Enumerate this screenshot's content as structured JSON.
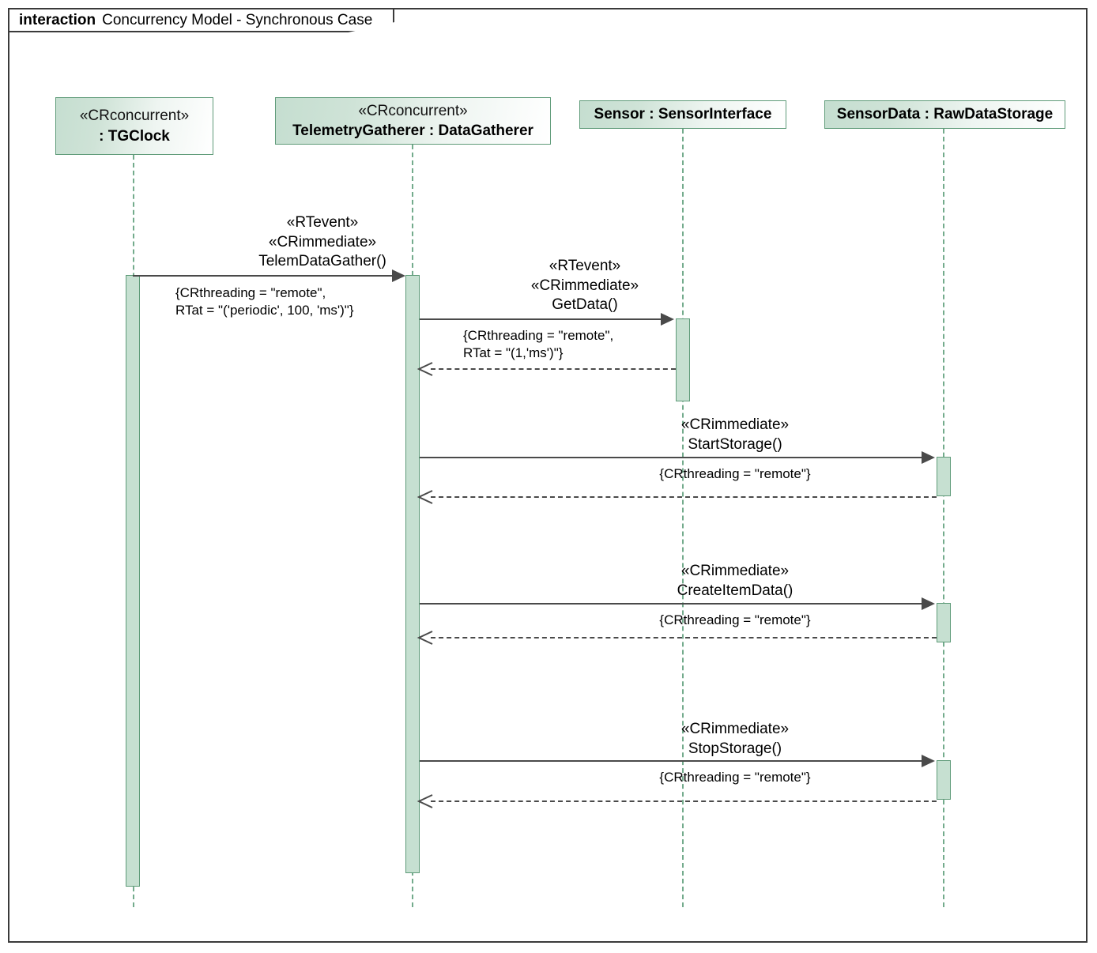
{
  "frame": {
    "keyword": "interaction",
    "title": "Concurrency Model - Synchronous Case"
  },
  "lifelines": [
    {
      "id": "tgclock",
      "stereotype": "«CRconcurrent»",
      "name": ": TGClock"
    },
    {
      "id": "gatherer",
      "stereotype": "«CRconcurrent»",
      "name": "TelemetryGatherer : DataGatherer"
    },
    {
      "id": "sensor",
      "stereotype": "",
      "name": "Sensor : SensorInterface"
    },
    {
      "id": "storage",
      "stereotype": "",
      "name": "SensorData : RawDataStorage"
    }
  ],
  "messages": [
    {
      "id": "telemdatagather",
      "from": "tgclock",
      "to": "gatherer",
      "kind": "call",
      "stereotype1": "«RTevent»",
      "stereotype2": "«CRimmediate»",
      "operation": "TelemDataGather()",
      "constraint_line1": "{CRthreading = \"remote\",",
      "constraint_line2": "RTat = \"('periodic', 100, 'ms')\"}"
    },
    {
      "id": "getdata",
      "from": "gatherer",
      "to": "sensor",
      "kind": "call",
      "stereotype1": "«RTevent»",
      "stereotype2": "«CRimmediate»",
      "operation": "GetData()",
      "constraint_line1": "{CRthreading = \"remote\",",
      "constraint_line2": "RTat = \"(1,'ms')\"}"
    },
    {
      "id": "getdata-return",
      "from": "sensor",
      "to": "gatherer",
      "kind": "return"
    },
    {
      "id": "startstorage",
      "from": "gatherer",
      "to": "storage",
      "kind": "call",
      "stereotype1": "",
      "stereotype2": "«CRimmediate»",
      "operation": "StartStorage()",
      "constraint_line1": "{CRthreading = \"remote\"}",
      "constraint_line2": ""
    },
    {
      "id": "startstorage-return",
      "from": "storage",
      "to": "gatherer",
      "kind": "return"
    },
    {
      "id": "createitemdata",
      "from": "gatherer",
      "to": "storage",
      "kind": "call",
      "stereotype1": "",
      "stereotype2": "«CRimmediate»",
      "operation": "CreateItemData()",
      "constraint_line1": "{CRthreading = \"remote\"}",
      "constraint_line2": ""
    },
    {
      "id": "createitemdata-return",
      "from": "storage",
      "to": "gatherer",
      "kind": "return"
    },
    {
      "id": "stopstorage",
      "from": "gatherer",
      "to": "storage",
      "kind": "call",
      "stereotype1": "",
      "stereotype2": "«CRimmediate»",
      "operation": "StopStorage()",
      "constraint_line1": "{CRthreading = \"remote\"}",
      "constraint_line2": ""
    },
    {
      "id": "stopstorage-return",
      "from": "storage",
      "to": "gatherer",
      "kind": "return"
    }
  ],
  "colors": {
    "head_fill_start": "#c5ded0",
    "head_fill_end": "#ffffff",
    "head_border": "#5f9b79",
    "lifeline": "#73ab8c",
    "activation_fill": "#c6e0d1",
    "activation_border": "#5f9b79",
    "message_line": "#4a4a4a",
    "frame_border": "#3b3b3b",
    "shadow": "#b9b9b9"
  }
}
